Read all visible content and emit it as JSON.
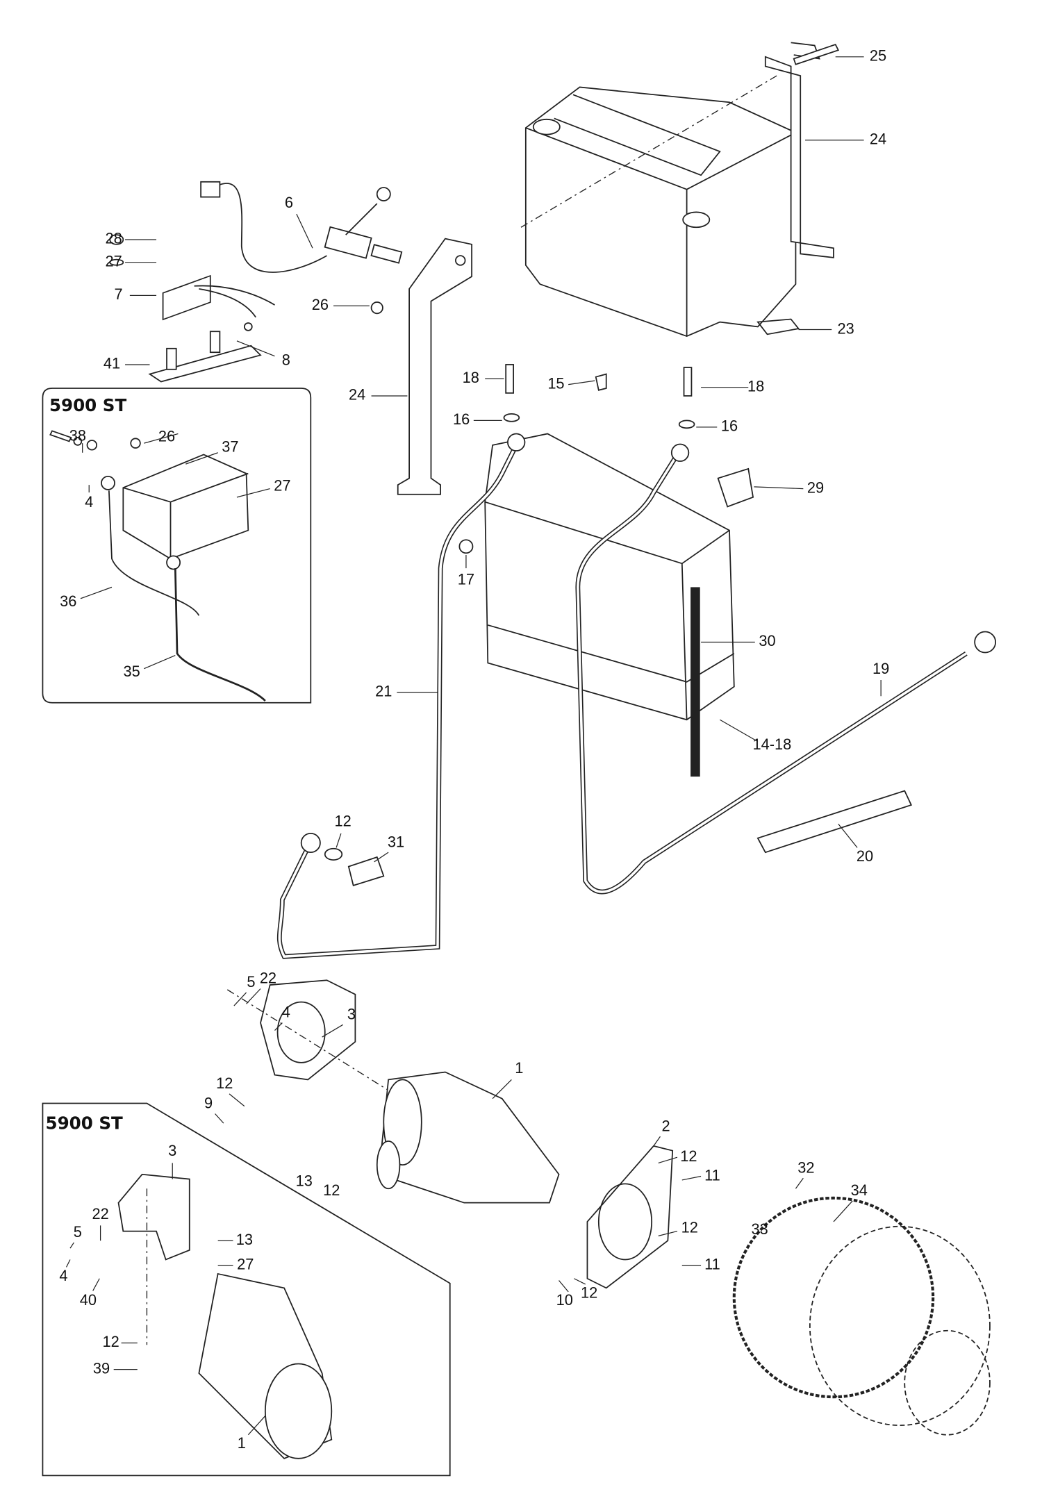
{
  "diagram": {
    "inset_titles": [
      "5900 ST",
      "5900 ST"
    ],
    "callouts": [
      "25",
      "24",
      "6",
      "28",
      "27",
      "7",
      "26",
      "8",
      "41",
      "23",
      "18",
      "15",
      "18",
      "16",
      "16",
      "24",
      "38",
      "26",
      "37",
      "27",
      "4",
      "29",
      "17",
      "36",
      "30",
      "35",
      "21",
      "19",
      "14-18",
      "12",
      "31",
      "20",
      "5",
      "22",
      "4",
      "3",
      "1",
      "12",
      "9",
      "3",
      "2",
      "13",
      "12",
      "12",
      "11",
      "32",
      "34",
      "22",
      "13",
      "5",
      "27",
      "33",
      "12",
      "4",
      "40",
      "11",
      "10",
      "12",
      "12",
      "39",
      "1"
    ]
  }
}
